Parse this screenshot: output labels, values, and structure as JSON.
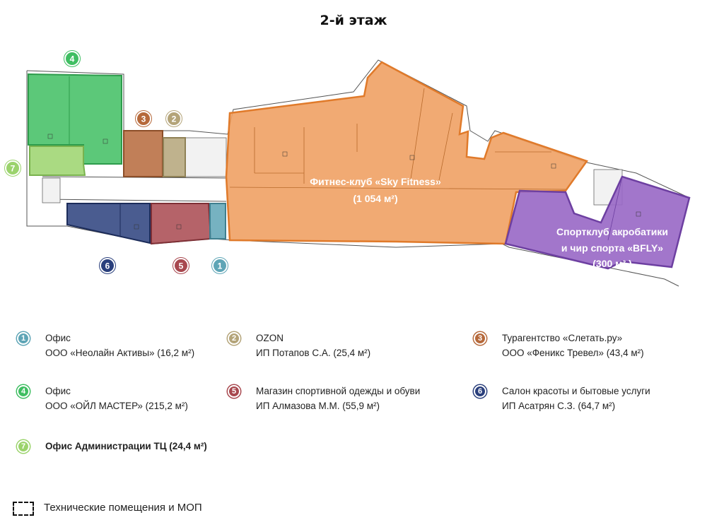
{
  "title": "2-й этаж",
  "zones": {
    "z1": {
      "number": "1",
      "color": "#5ea5b6"
    },
    "z2": {
      "number": "2",
      "color": "#b4a479"
    },
    "z3": {
      "number": "3",
      "color": "#b6693b"
    },
    "z4": {
      "number": "4",
      "color": "#3fbe62"
    },
    "z5": {
      "number": "5",
      "color": "#a8484f"
    },
    "z6": {
      "number": "6",
      "color": "#2a3f7c"
    },
    "z7": {
      "number": "7",
      "color": "#9bd36c"
    },
    "fitness": {
      "label_line1": "Фитнес-клуб «Sky Fitness»",
      "label_line2": "(1 054 м²)",
      "color": "#f0a164"
    },
    "bfly": {
      "label_line1": "Спортклуб акробатики",
      "label_line2": "и чир спорта «BFLY»",
      "label_line3": "(300 м² )",
      "color": "#9a6ac7"
    }
  },
  "legend": [
    {
      "number": "1",
      "color": "#5ea5b6",
      "line1": "Офис",
      "line2": "ООО «Неолайн Активы» (16,2 м²)",
      "bold": false
    },
    {
      "number": "2",
      "color": "#b4a479",
      "line1": "OZON",
      "line2": "ИП Потапов С.А. (25,4 м²)",
      "bold": false
    },
    {
      "number": "3",
      "color": "#b6693b",
      "line1": "Турагентство «Слетать.ру»",
      "line2": "ООО «Феникс Тревел» (43,4 м²)",
      "bold": false
    },
    {
      "number": "4",
      "color": "#3fbe62",
      "line1": "Офис",
      "line2": "ООО «ОЙЛ МАСТЕР» (215,2 м²)",
      "bold": false
    },
    {
      "number": "5",
      "color": "#a8484f",
      "line1": "Магазин спортивной одежды и обуви",
      "line2": "ИП Алмазова М.М. (55,9 м²)",
      "bold": false
    },
    {
      "number": "6",
      "color": "#2a3f7c",
      "line1": "Салон красоты и бытовые услуги",
      "line2": "ИП Асатрян С.З. (64,7 м²)",
      "bold": false
    },
    {
      "number": "7",
      "color": "#9bd36c",
      "line1": "Офис Администрации ТЦ (24,4 м²)",
      "line2": "",
      "bold": true
    }
  ],
  "note": "Технические помещения и МОП"
}
